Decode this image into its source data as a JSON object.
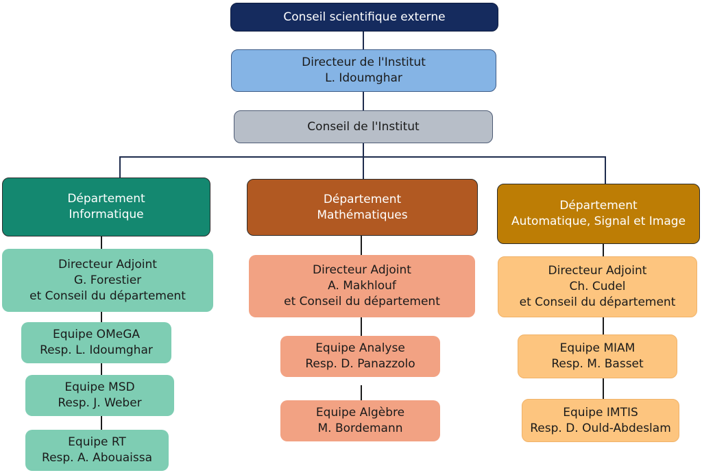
{
  "top": {
    "conseil_externe": "Conseil scientifique externe",
    "directeur": {
      "title": "Directeur de l'Institut",
      "name": "L. Idoumghar"
    },
    "conseil_institut": "Conseil de l'Institut"
  },
  "departments": [
    {
      "title": [
        "Département",
        "Informatique"
      ],
      "color": "#148870",
      "adjoint": [
        "Directeur Adjoint",
        "G. Forestier",
        "et Conseil du département"
      ],
      "teams": [
        [
          "Equipe OMeGA",
          "Resp. L. Idoumghar"
        ],
        [
          "Equipe MSD",
          "Resp. J. Weber"
        ],
        [
          "Equipe RT",
          "Resp. A. Abouaissa"
        ]
      ]
    },
    {
      "title": [
        "Département",
        "Mathématiques"
      ],
      "color": "#b15922",
      "adjoint": [
        "Directeur Adjoint",
        "A. Makhlouf",
        "et Conseil du département"
      ],
      "teams": [
        [
          "Equipe Analyse",
          "Resp. D. Panazzolo"
        ],
        [
          "Equipe Algèbre",
          "M. Bordemann"
        ]
      ]
    },
    {
      "title": [
        "Département",
        "Automatique, Signal et Image"
      ],
      "color": "#bd7d05",
      "adjoint": [
        "Directeur Adjoint",
        "Ch. Cudel",
        "et Conseil du département"
      ],
      "teams": [
        [
          "Equipe MIAM",
          "Resp. M. Basset"
        ],
        [
          "Equipe IMTIS",
          "Resp. D. Ould-Abdeslam"
        ]
      ]
    }
  ]
}
